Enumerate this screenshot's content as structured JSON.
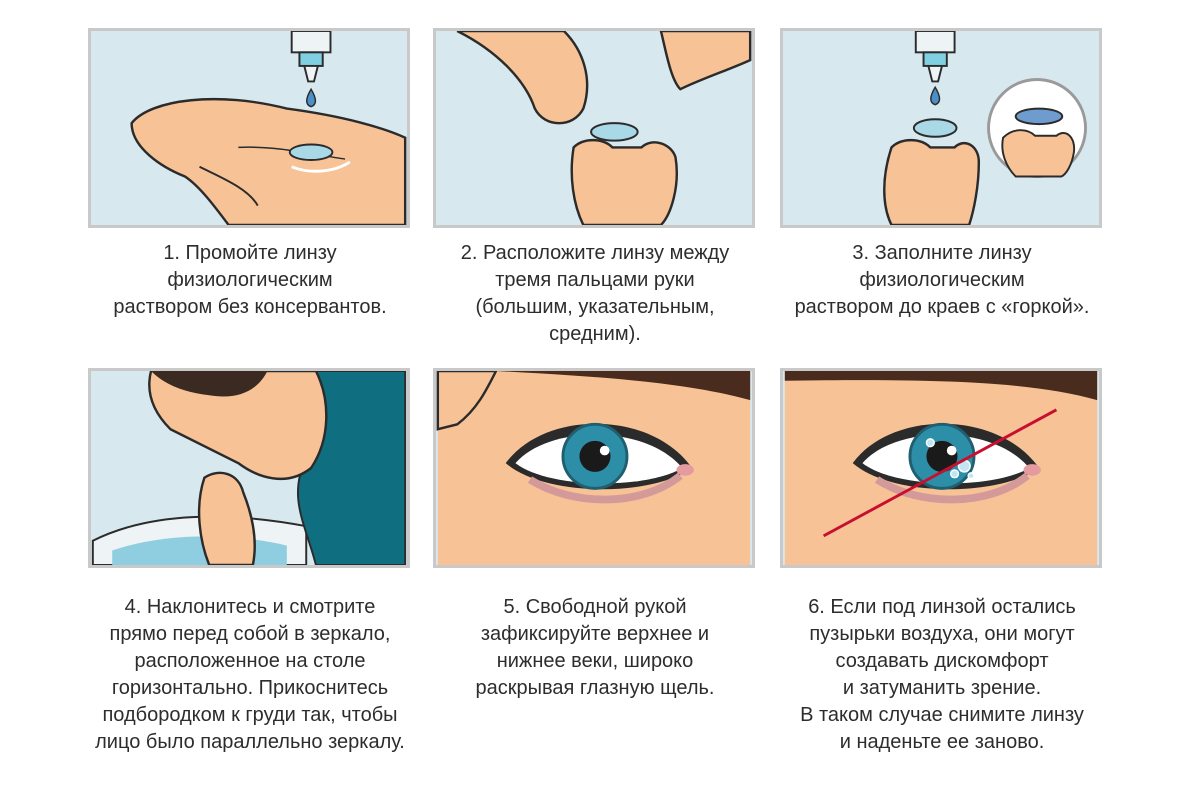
{
  "steps": [
    {
      "lines": [
        "1. Промойте линзу",
        "физиологическим",
        "раствором без консервантов."
      ],
      "icon": "palm-rinse-icon"
    },
    {
      "lines": [
        "2. Расположите линзу между",
        "тремя пальцами руки",
        "(большим, указательным,",
        "средним)."
      ],
      "icon": "finger-hold-icon"
    },
    {
      "lines": [
        "3. Заполните линзу",
        "физиологическим",
        "раствором до краев с «горкой»."
      ],
      "icon": "lens-fill-icon"
    },
    {
      "lines": [
        "4. Наклонитесь и смотрите",
        "прямо перед собой в зеркало,",
        "расположенное на столе",
        "горизонтально. Прикоснитесь",
        "подбородком к груди так, чтобы",
        "лицо было параллельно зеркалу."
      ],
      "icon": "tilt-head-icon"
    },
    {
      "lines": [
        "5. Свободной рукой",
        "зафиксируйте верхнее и",
        "нижнее веки, широко",
        "раскрывая глазную щель."
      ],
      "icon": "eye-open-icon"
    },
    {
      "lines": [
        "6. Если под линзой остались",
        "пузырьки воздуха, они могут",
        "создавать дискомфорт",
        "и затуманить зрение.",
        "В таком случае снимите линзу",
        "и наденьте ее заново."
      ],
      "icon": "eye-bubbles-icon"
    }
  ],
  "colors": {
    "skin": "#f7c396",
    "outline": "#2b2b2b",
    "panel_bg": "#d8e8ef",
    "iris": "#2d8ea8",
    "lens": "#a9d8e6",
    "cross_line": "#c8102e",
    "shirt": "#0f6e80"
  }
}
